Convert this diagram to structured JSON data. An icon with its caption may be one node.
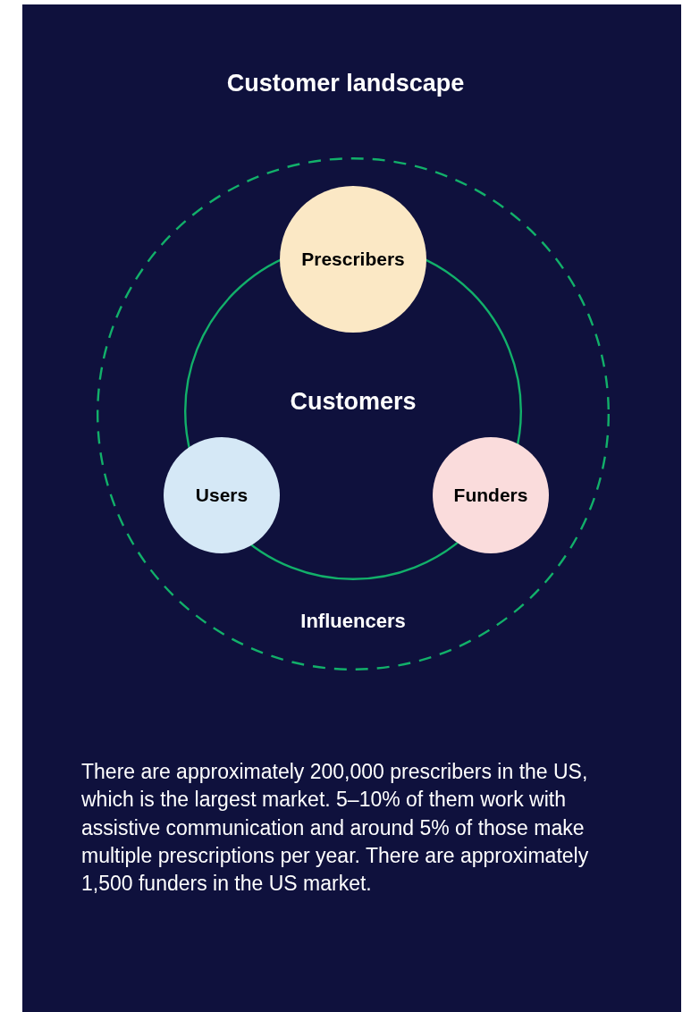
{
  "diagram": {
    "title": "Customer landscape",
    "caption": "There are approximately 200,000 prescribers in the US, which is the largest market. 5–10% of them work with assistive communication and around 5% of those make multiple prescriptions per year. There are approximately 1,500 funders in the US market.",
    "nodes": [
      {
        "text": [
          "Influencers"
        ]
      },
      {
        "text": [
          "Customers"
        ],
        "in": 0
      },
      {
        "text": [
          "Prescribers"
        ],
        "in": 0
      },
      {
        "text": [
          "Users"
        ],
        "in": 0
      },
      {
        "text": [
          "Funders"
        ],
        "in": 0
      }
    ],
    "edges": []
  }
}
